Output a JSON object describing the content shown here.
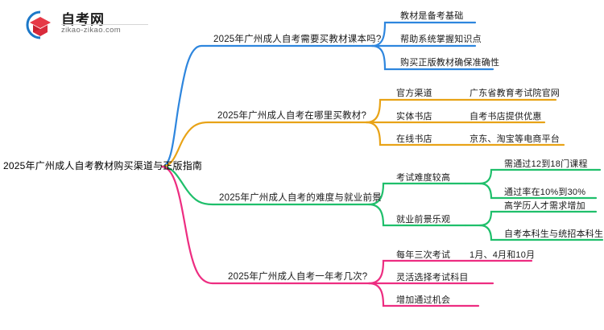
{
  "logo": {
    "wordmark": "自考网",
    "domain": "zikao-zikao.com",
    "mark_icon": "graduation-cap-logo-icon"
  },
  "mindmap": {
    "root": {
      "label": "2025年广州成人自考教材购买渠道与正版指南"
    },
    "colors": {
      "branch1": "#2E86DE",
      "branch2": "#E8A317",
      "branch3": "#1FBF6B",
      "branch4": "#ED2D81"
    },
    "branches": [
      {
        "id": "branch1",
        "label": "2025年广州成人自考需要买教材课本吗?",
        "color": "#2E86DE",
        "children": [
          {
            "label": "教材是备考基础",
            "children": []
          },
          {
            "label": "帮助系统掌握知识点",
            "children": []
          },
          {
            "label": "购买正版教材确保准确性",
            "children": []
          }
        ]
      },
      {
        "id": "branch2",
        "label": "2025年广州成人自考在哪里买教材?",
        "color": "#E8A317",
        "children": [
          {
            "label": "官方渠道",
            "children": [
              {
                "label": "广东省教育考试院官网"
              }
            ]
          },
          {
            "label": "实体书店",
            "children": [
              {
                "label": "自考书店提供优惠"
              }
            ]
          },
          {
            "label": "在线书店",
            "children": [
              {
                "label": "京东、淘宝等电商平台"
              }
            ]
          }
        ]
      },
      {
        "id": "branch3",
        "label": "2025年广州成人自考的难度与就业前景",
        "color": "#1FBF6B",
        "children": [
          {
            "label": "考试难度较高",
            "children": [
              {
                "label": "需通过12到18门课程"
              },
              {
                "label": "通过率在10%到30%"
              }
            ]
          },
          {
            "label": "就业前景乐观",
            "children": [
              {
                "label": "高学历人才需求增加"
              },
              {
                "label": "自考本科生与统招本科生同等机会"
              }
            ]
          }
        ]
      },
      {
        "id": "branch4",
        "label": "2025年广州成人自考一年考几次?",
        "color": "#ED2D81",
        "children": [
          {
            "label": "每年三次考试",
            "children": [
              {
                "label": "1月、4月和10月"
              }
            ]
          },
          {
            "label": "灵活选择考试科目",
            "children": []
          },
          {
            "label": "增加通过机会",
            "children": []
          }
        ]
      }
    ]
  }
}
